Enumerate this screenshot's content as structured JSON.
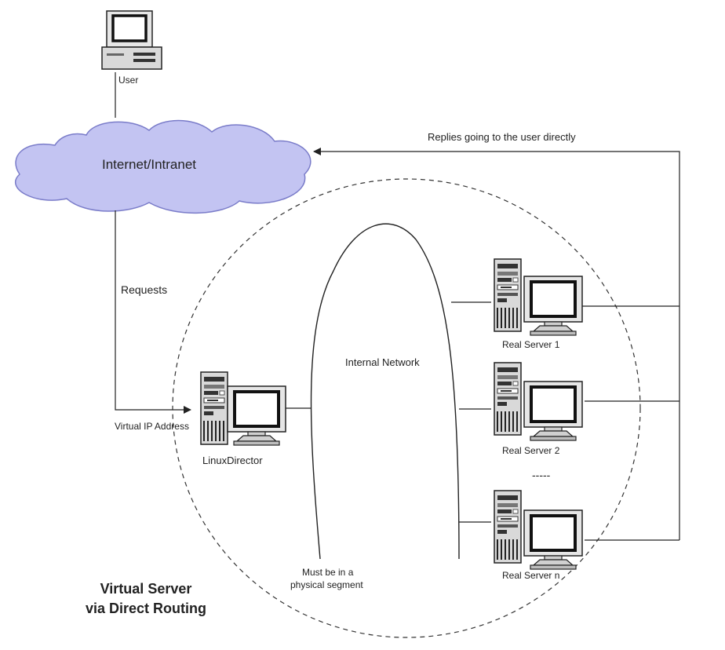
{
  "labels": {
    "user": "User",
    "cloud": "Internet/Intranet",
    "replies": "Replies going to the user directly",
    "requests": "Requests",
    "internal_network": "Internal Network",
    "vip": "Virtual IP Address",
    "director": "LinuxDirector",
    "server1": "Real Server 1",
    "server2": "Real Server 2",
    "servern": "Real Server n",
    "segment_line1": "Must be in a",
    "segment_line2": "physical segment",
    "caption_line1": "Virtual Server",
    "caption_line2": "via Direct Routing",
    "ellipsis": "-----"
  },
  "colors": {
    "cloud_fill": "#c3c4f2",
    "cloud_stroke": "#7a7cc9",
    "line": "#222222",
    "screen": "#ffffff",
    "tower": "#d9d9d9"
  },
  "icons": [
    "user-workstation-icon",
    "internet-cloud-icon",
    "server-tower-icon",
    "crt-monitor-icon"
  ]
}
